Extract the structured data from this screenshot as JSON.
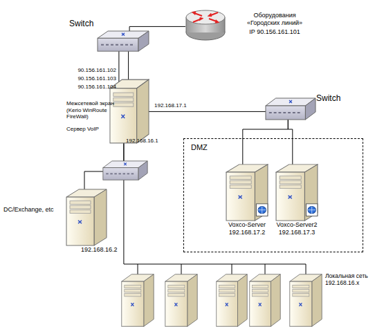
{
  "diagram": {
    "nodes": [
      {
        "text": [
          "Оборудования «Городских линий»",
          "IP 90.156.161.101"
        ]
      },
      {
        "text": [
          "Switch"
        ]
      },
      {
        "text": [
          "Межсетевой экран (Kerio WinRoute FireWall)",
          "Сервер VoIP",
          "192.168.16.1"
        ]
      },
      {
        "text": [
          "Switch"
        ]
      },
      {
        "text": [
          "DMZ"
        ]
      },
      {
        "text": [
          "Voxco-Server",
          "192.168.17.2"
        ],
        "in": 4
      },
      {
        "text": [
          "Voxco-Server2",
          "192.168.17.3"
        ],
        "in": 4
      },
      {
        "text": [
          "DC/Exchange, etc",
          "192.168.16.2"
        ]
      },
      {
        "text": [
          "Локальная сеть 192.168.16.x"
        ]
      }
    ],
    "edges": [
      {
        "from": 0,
        "to": 1,
        "arrow": "none"
      },
      {
        "from": 1,
        "to": 2,
        "arrow": "none"
      },
      {
        "from": 2,
        "to": 3,
        "label": "192.168.17.1",
        "arrow": "none"
      },
      {
        "from": 3,
        "to": 5,
        "arrow": "none"
      },
      {
        "from": 3,
        "to": 6,
        "arrow": "none"
      },
      {
        "from": 2,
        "to": 7,
        "arrow": "none"
      },
      {
        "from": 2,
        "to": 8,
        "arrow": "none"
      }
    ],
    "labels": [
      "90.156.161.102",
      "90.156.161.103",
      "90.156.161.104"
    ]
  }
}
